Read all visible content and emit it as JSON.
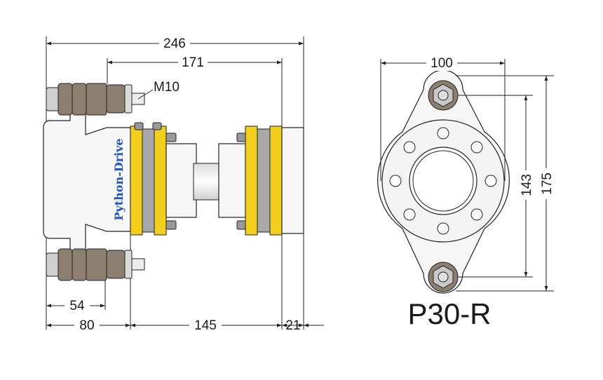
{
  "side_view": {
    "dim_overall": "246",
    "dim_flange": "171",
    "dim_thread": "M10",
    "dim_bolt_offset": "54",
    "dim_base": "80",
    "dim_body": "145",
    "dim_tail": "21",
    "brand_label": "Python-Drive"
  },
  "front_view": {
    "dim_width": "100",
    "dim_bolt_spacing": "143",
    "dim_height": "175",
    "model_label": "P30-R"
  },
  "colors": {
    "yellow_ring": "#f2cf1d",
    "gray_ring": "#a8a8a8",
    "bolt_nut": "#8c7f70",
    "brand_text": "#1f56c4"
  }
}
